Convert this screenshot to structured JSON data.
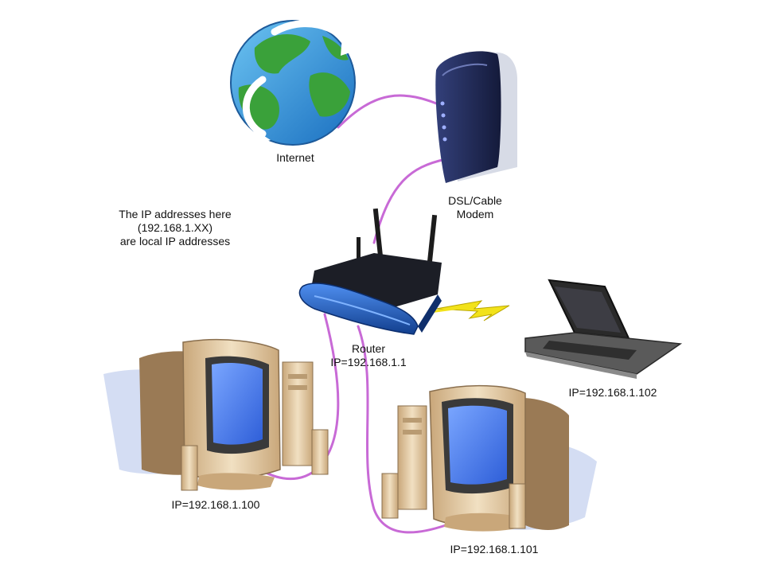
{
  "labels": {
    "internet": "Internet",
    "modem": [
      "DSL/Cable",
      "Modem"
    ],
    "note": [
      "The IP addresses here",
      "(192.168.1.XX)",
      "are local IP addresses"
    ],
    "router": [
      "Router",
      "IP=192.168.1.1"
    ],
    "laptop_ip": "IP=192.168.1.102",
    "pc_left_ip": "IP=192.168.1.100",
    "pc_right_ip": "IP=192.168.1.101"
  },
  "colors": {
    "cable": "#c86ad6",
    "wireless_bolt": "#f2e21a",
    "router_body": "#1f5fc4",
    "modem_body": "#1e2a5a",
    "screen": "#3f78e8",
    "monitor_beige": "#e8d3b0",
    "ocean": "#2f8fd6",
    "land": "#3aa13a"
  }
}
